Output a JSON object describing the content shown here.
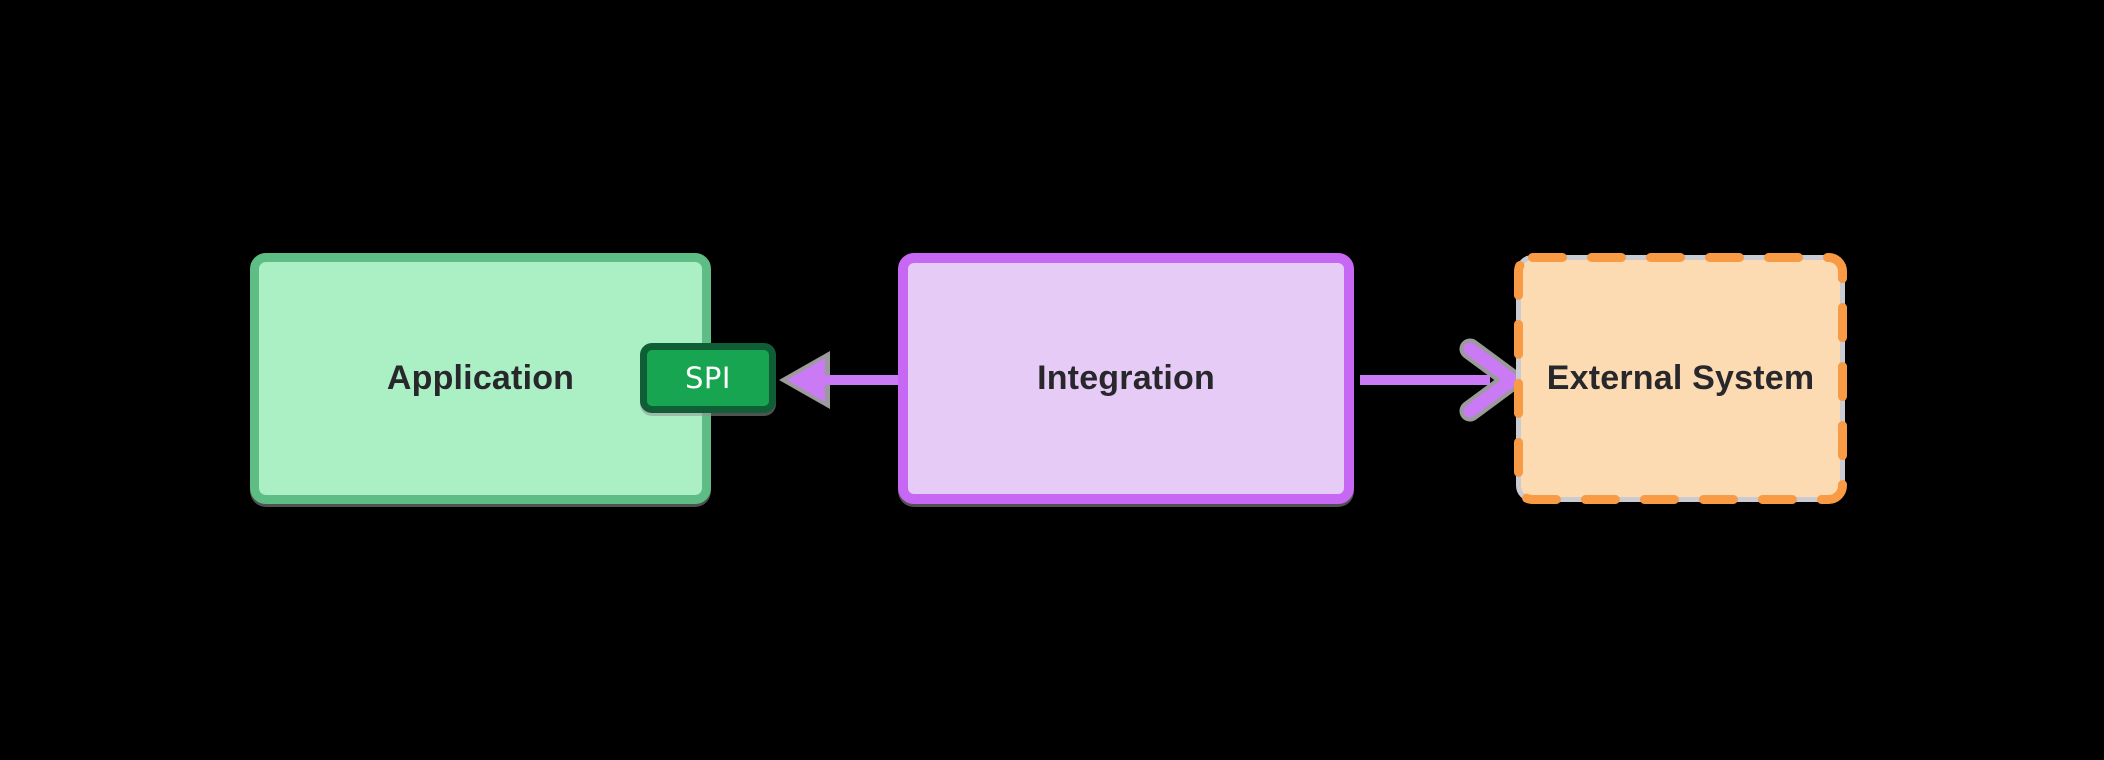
{
  "diagram": {
    "background_color": "#000000",
    "nodes": [
      {
        "id": "application",
        "label": "Application",
        "shape": "rounded-rect",
        "border_style": "solid",
        "fill_color": "#abefc4",
        "border_color": "#5ebd85",
        "text_color": "#28282c"
      },
      {
        "id": "spi-port",
        "label": "SPI",
        "shape": "badge",
        "attached_to": "application",
        "border_style": "solid",
        "fill_color": "#18a551",
        "border_color": "#0f5e36",
        "text_color": "#ffffff"
      },
      {
        "id": "integration",
        "label": "Integration",
        "shape": "rounded-rect",
        "border_style": "solid",
        "fill_color": "#e7cbf7",
        "border_color": "#c668f3",
        "text_color": "#28282c"
      },
      {
        "id": "external-system",
        "label": "External System",
        "shape": "rounded-rect",
        "border_style": "dashed",
        "fill_color": "#fcdbb3",
        "border_color": "#f89b44",
        "text_color": "#28282c"
      }
    ],
    "edges": [
      {
        "id": "integration-to-spi",
        "from": "integration",
        "to": "spi-port",
        "direction": "left",
        "color": "#cb7af5",
        "arrowhead": "filled-triangle"
      },
      {
        "id": "integration-to-external",
        "from": "integration",
        "to": "external-system",
        "direction": "right",
        "color": "#cb7af5",
        "arrowhead": "open-chevron"
      }
    ]
  }
}
